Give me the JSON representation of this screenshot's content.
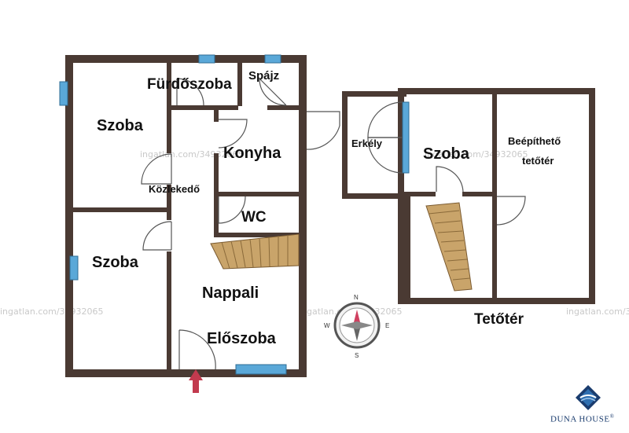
{
  "watermark": "ingatlan.com/34932065",
  "floor1": {
    "rooms": {
      "furdoszoba": "Fürdőszoba",
      "spajz": "Spájz",
      "szoba_top": "Szoba",
      "konyha": "Konyha",
      "kozlekedo": "Közlekedő",
      "wc": "WC",
      "szoba_bottom": "Szoba",
      "nappali": "Nappali",
      "eloszoba": "Előszoba"
    }
  },
  "floor2": {
    "rooms": {
      "erkely": "Erkély",
      "szoba": "Szoba",
      "beepitheto_1": "Beépíthető",
      "beepitheto_2": "tetőtér"
    },
    "title": "Tetőtér"
  },
  "compass": {
    "n": "N",
    "e": "E",
    "s": "S",
    "w": "W"
  },
  "brand": {
    "name": "DUNA HOUSE",
    "mark": "®"
  },
  "colors": {
    "wall": "#4a3a33",
    "window": "#5aa8d8",
    "door": "#555555",
    "stairs": "#c9a46a",
    "entrance_arrow": "#c23a4e",
    "brand": "#1a3c6e"
  }
}
